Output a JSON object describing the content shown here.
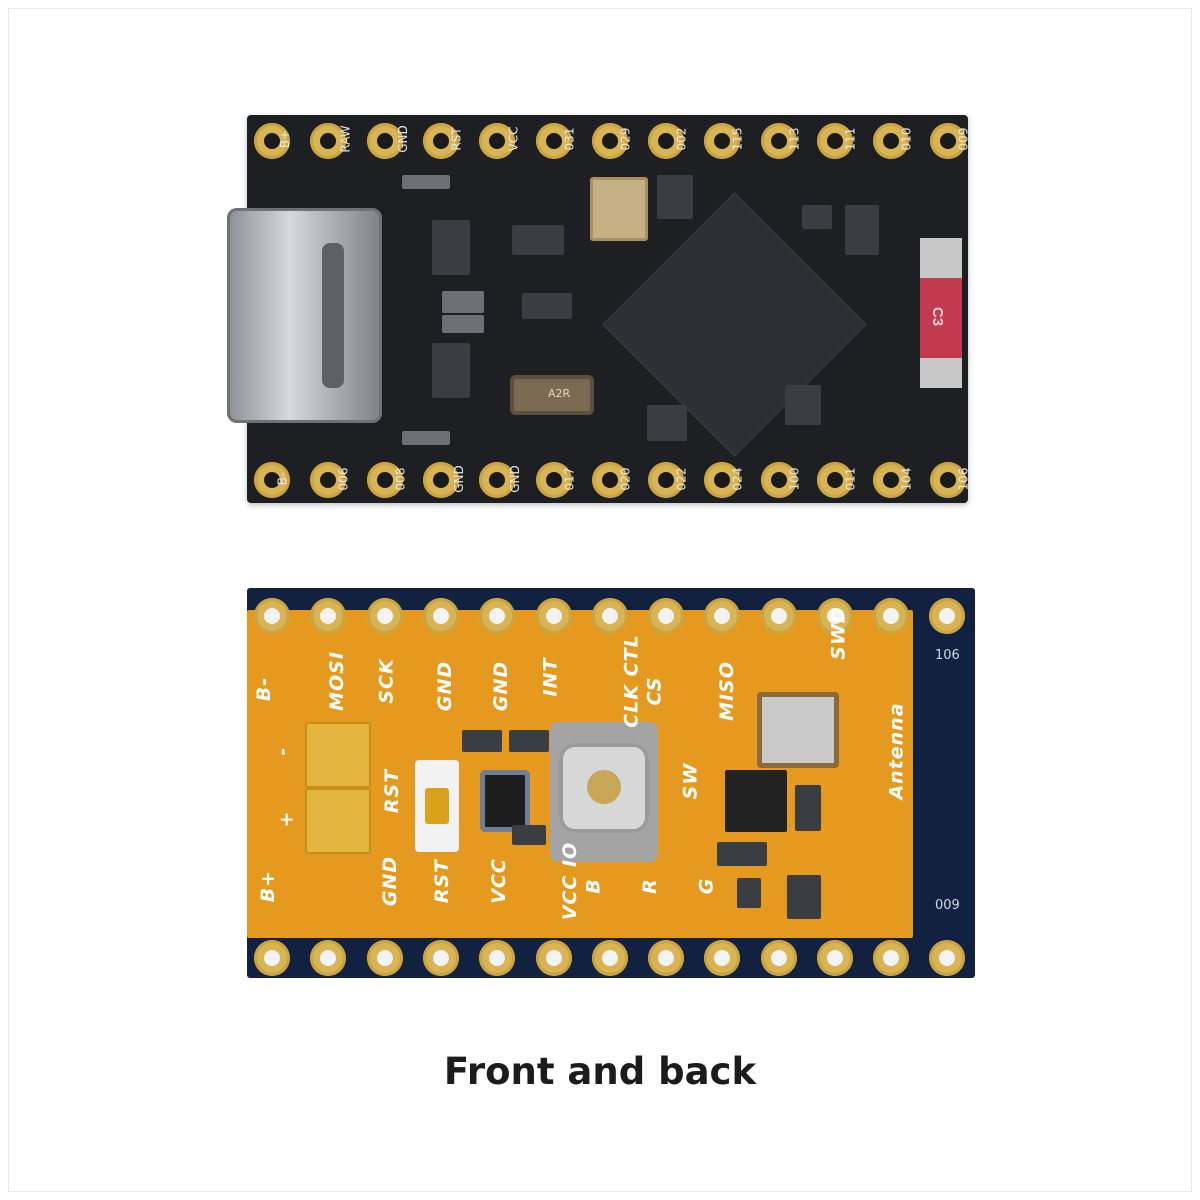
{
  "caption": "Front and back",
  "front": {
    "top_labels": [
      "B+",
      "RAW",
      "GND",
      "RST",
      "VCC",
      "031",
      "029",
      "002",
      "115",
      "113",
      "111",
      "010",
      "009"
    ],
    "bottom_labels": [
      "B-",
      "006",
      "008",
      "GND",
      "GND",
      "017",
      "020",
      "022",
      "024",
      "100",
      "011",
      "104",
      "106"
    ],
    "crystal_marking": "A2R",
    "red_part_label": "C3"
  },
  "back": {
    "top_labels": [
      "B-",
      "MOSI",
      "SCK",
      "GND",
      "GND",
      "INT",
      "CLK CTL",
      "CS",
      "MISO"
    ],
    "bottom_labels": [
      "B+",
      "GND",
      "RST",
      "VCC",
      "VCC IO",
      "B",
      "R",
      "G"
    ],
    "other_labels": [
      "SWD",
      "Antenna",
      "RST",
      "SW",
      "106",
      "009",
      "-",
      "+"
    ]
  }
}
